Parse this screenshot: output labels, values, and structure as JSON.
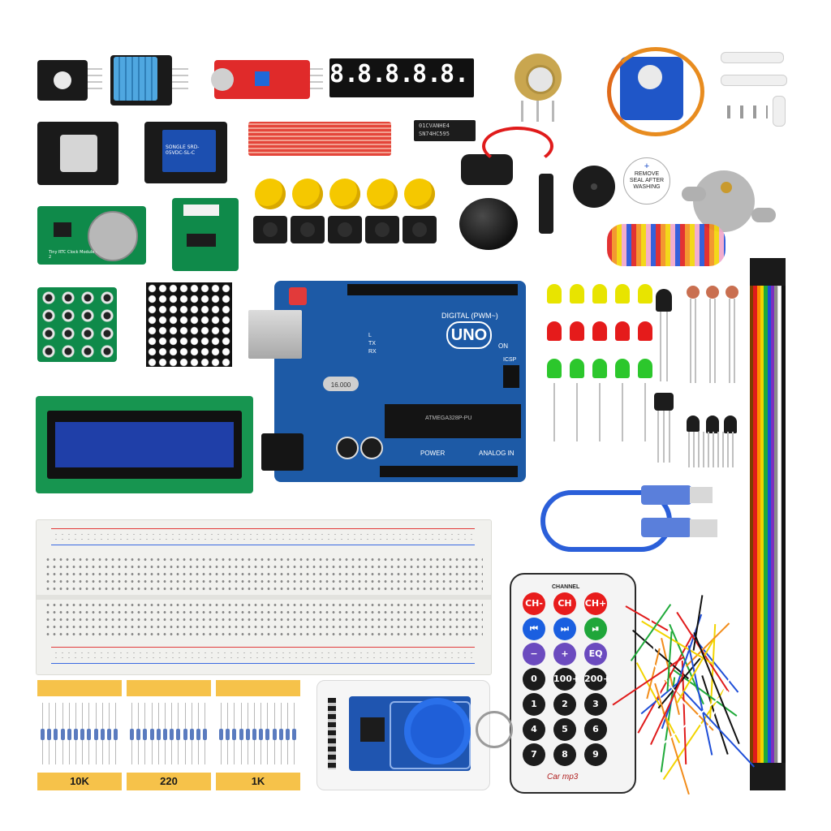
{
  "seven_segment": {
    "digits": [
      "8.",
      "8.",
      "8.",
      "8.",
      "8."
    ]
  },
  "arduino": {
    "logo_text": "UNO",
    "digital_label": "DIGITAL (PWM~)",
    "power_label": "POWER",
    "analog_label": "ANALOG IN",
    "chip_label": "ATMEGA328P-PU",
    "crystal_label": "16.000",
    "on_label": "ON",
    "tx_label": "TX",
    "rx_label": "RX",
    "l_label": "L",
    "icsp_label": "ICSP"
  },
  "shift_register": {
    "line1": "01CVANHE4",
    "line2": "SN74HC595"
  },
  "buzzer_sticker": {
    "plus": "+",
    "text": "REMOVE SEAL AFTER WASHING"
  },
  "rtc_module": {
    "label": "Tiny RTC\nClock Module - 2"
  },
  "relay_module": {
    "label": "SONGLE SRD-05VDC-SL-C"
  },
  "resistor_labels": [
    "10K",
    "220",
    "1K"
  ],
  "remote": {
    "channel_label": "CHANNEL",
    "keys": {
      "row1": [
        "CH-",
        "CH",
        "CH+"
      ],
      "row2": [
        "⏮",
        "⏭",
        "⏯"
      ],
      "row3": [
        "−",
        "+",
        "EQ"
      ],
      "row4": [
        "0",
        "100+",
        "200+"
      ],
      "row5": [
        "1",
        "2",
        "3"
      ],
      "row6": [
        "4",
        "5",
        "6"
      ],
      "row7": [
        "7",
        "8",
        "9"
      ]
    },
    "brand": "Car mp3"
  },
  "colors": {
    "arduino_blue": "#1d5aa6",
    "led_yellow": "#e8e400",
    "led_red": "#e51b1b",
    "led_green": "#2cc72c",
    "remote_red": "#e81c1c",
    "remote_blue": "#1a5fe0",
    "remote_green": "#1fa63a",
    "remote_purple": "#6b4bbf",
    "remote_black": "#1c1c1c",
    "ribbon": [
      "#7b3f00",
      "#e01b1b",
      "#ff8c00",
      "#f2d400",
      "#1faa3a",
      "#1e4fd8",
      "#7b2fc0",
      "#8a8a8a",
      "#ffffff",
      "#111111"
    ]
  }
}
